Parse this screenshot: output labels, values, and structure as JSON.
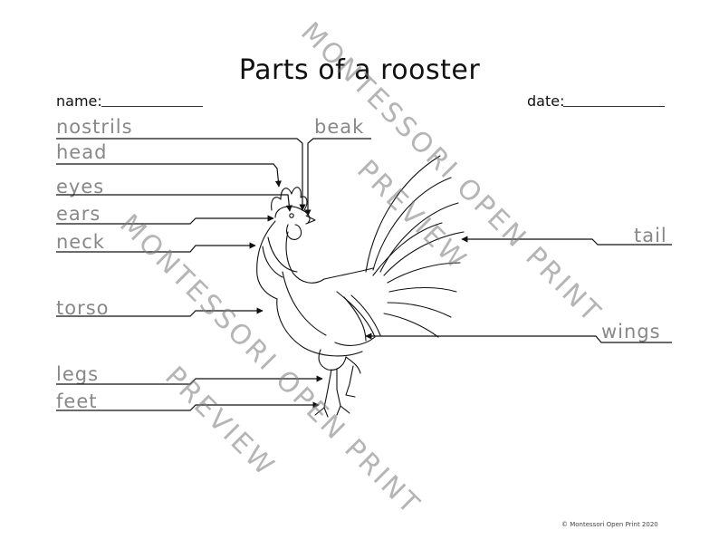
{
  "title": "Parts of a rooster",
  "fields": {
    "name_label": "name:",
    "date_label": "date:"
  },
  "labels": {
    "nostrils": "nostrils",
    "head": "head",
    "eyes": "eyes",
    "ears": "ears",
    "neck": "neck",
    "torso": "torso",
    "legs": "legs",
    "feet": "feet",
    "beak": "beak",
    "tail": "tail",
    "wings": "wings"
  },
  "watermarks": {
    "line1": "MONTESSORI OPEN PRINT",
    "line2": "PREVIEW",
    "line3": "MONTESSORI OPEN PRINT",
    "line4": "PREVIEW"
  },
  "copyright": "© Montessori Open Print 2020"
}
